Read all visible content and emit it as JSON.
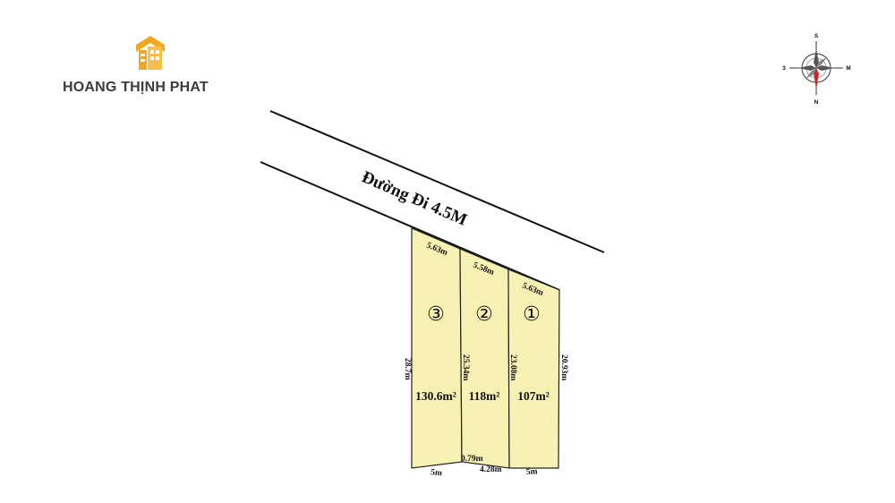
{
  "brand": {
    "name": "HOANG THỊNH PHAT",
    "color": "#f2a81d"
  },
  "compass": {
    "top": "S",
    "bottom": "N",
    "left": "3",
    "right": "M"
  },
  "road": {
    "label": "Đường Đi 4.5M"
  },
  "lot_fill": "#f7f2b4",
  "lots": [
    {
      "number": "③",
      "area": "130.6m²",
      "front": "5.63m",
      "side_left": "28.7m",
      "back": "5m"
    },
    {
      "number": "②",
      "area": "118m²",
      "front": "5.58m",
      "side_left": "25.34m",
      "back": "4.28m",
      "back_extra": "0.79m"
    },
    {
      "number": "①",
      "area": "107m²",
      "front": "5.63m",
      "side_left": "23.08m",
      "side_right": "20.93m",
      "back": "5m"
    }
  ]
}
